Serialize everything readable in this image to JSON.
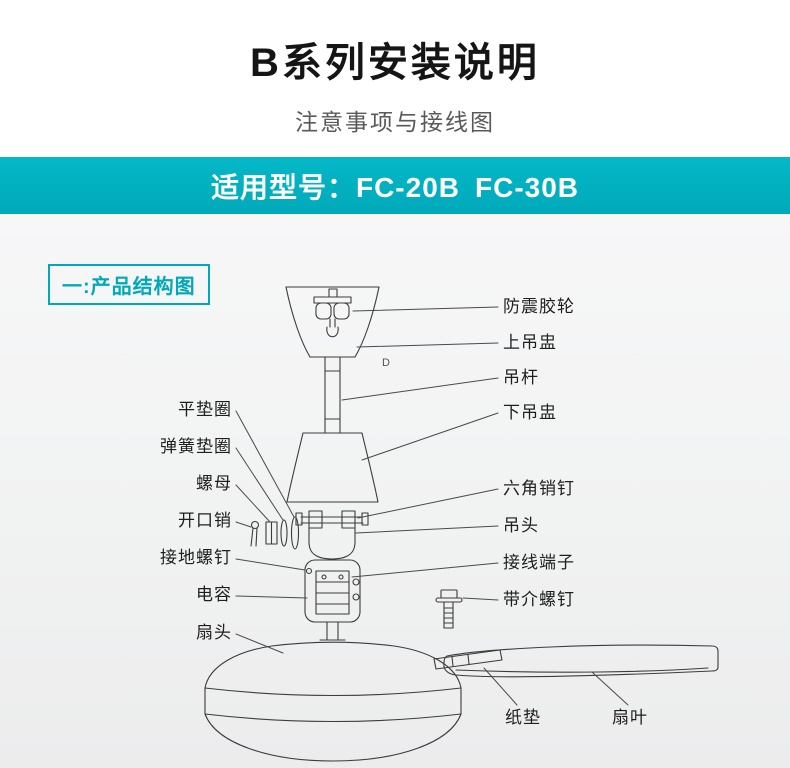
{
  "header": {
    "title": "B系列安装说明",
    "subtitle": "注意事项与接线图"
  },
  "banner": {
    "text": "适用型号：FC-20B FC-30B",
    "background": "#00aebd"
  },
  "section": {
    "label": "一:产品结构图",
    "accent": "#00a9b8"
  },
  "diagram": {
    "mark": "D",
    "left_labels": [
      "平垫圈",
      "弹簧垫圈",
      "螺母",
      "开口销",
      "接地螺钉",
      "电容",
      "扇头"
    ],
    "right_labels": [
      "防震胶轮",
      "上吊盅",
      "吊杆",
      "下吊盅",
      "六角销钉",
      "吊头",
      "接线端子",
      "带介螺钉"
    ],
    "bottom_labels": [
      "纸垫",
      "扇叶"
    ]
  },
  "colors": {
    "accent_teal": "#00aebd",
    "line": "#3c3c3c",
    "page_bg": "#f2f2f3"
  }
}
